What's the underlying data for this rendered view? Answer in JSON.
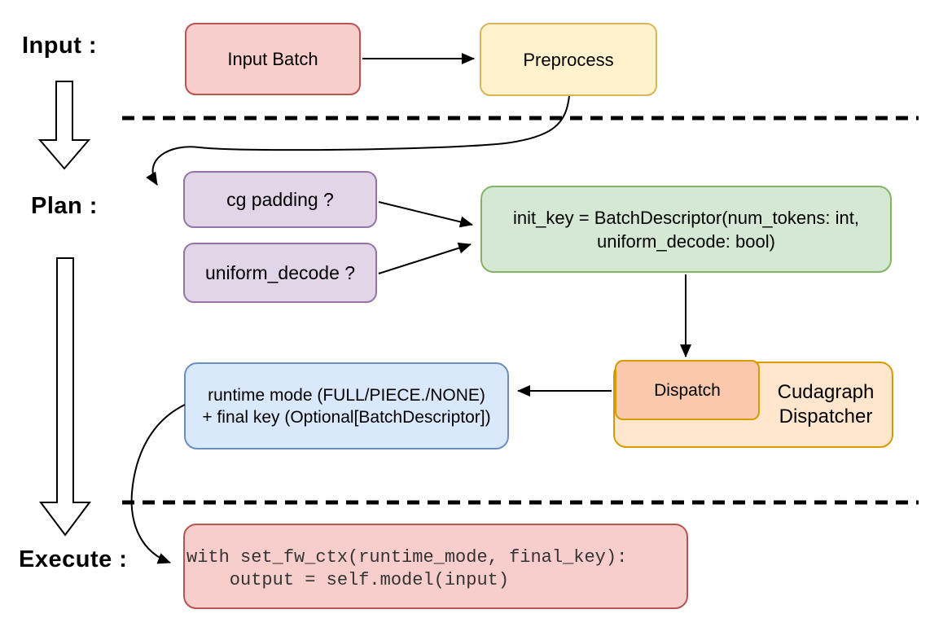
{
  "colors": {
    "canvas_bg": "#ffffff",
    "red_fill": "#f8cecc",
    "red_stroke": "#b85450",
    "yellow_fill": "#fff2cc",
    "yellow_stroke": "#d6b656",
    "purple_fill": "#e1d5e7",
    "purple_stroke": "#9673a6",
    "green_fill": "#d5e8d4",
    "green_stroke": "#82b366",
    "blue_fill": "#dae8fc",
    "blue_stroke": "#6c8ebf",
    "orange_fill": "#ffe6cc",
    "orange_stroke": "#d79b00",
    "dispatch_fill": "#fac8aa",
    "arrow_color": "#000000",
    "text_color": "#000000",
    "code_text_color": "#333333"
  },
  "stages": {
    "input": "Input :",
    "plan": "Plan :",
    "execute": "Execute :"
  },
  "nodes": {
    "input_batch": {
      "label": "Input Batch"
    },
    "preprocess": {
      "label": "Preprocess"
    },
    "cg_padding": {
      "label": "cg padding ?"
    },
    "uniform_decode": {
      "label": "uniform_decode ?"
    },
    "init_key": {
      "line1": "init_key = BatchDescriptor(num_tokens: int,",
      "line2": "uniform_decode: bool)"
    },
    "runtime_mode": {
      "line1": "runtime mode (FULL/PIECE./NONE)",
      "line2": "+ final key (Optional[BatchDescriptor])"
    },
    "dispatch": {
      "label": "Dispatch"
    },
    "cudagraph_dispatcher": {
      "line1": "Cudagraph",
      "line2": "Dispatcher"
    },
    "execute_code": {
      "line1": "with set_fw_ctx(runtime_mode, final_key):",
      "line2": "    output = self.model(input)"
    }
  },
  "edges": [
    {
      "from": "input_batch",
      "to": "preprocess"
    },
    {
      "from": "preprocess",
      "to": "cg_padding"
    },
    {
      "from": "cg_padding",
      "to": "init_key"
    },
    {
      "from": "uniform_decode",
      "to": "init_key"
    },
    {
      "from": "init_key",
      "to": "dispatch"
    },
    {
      "from": "dispatch",
      "to": "runtime_mode"
    },
    {
      "from": "runtime_mode",
      "to": "execute_code"
    }
  ]
}
